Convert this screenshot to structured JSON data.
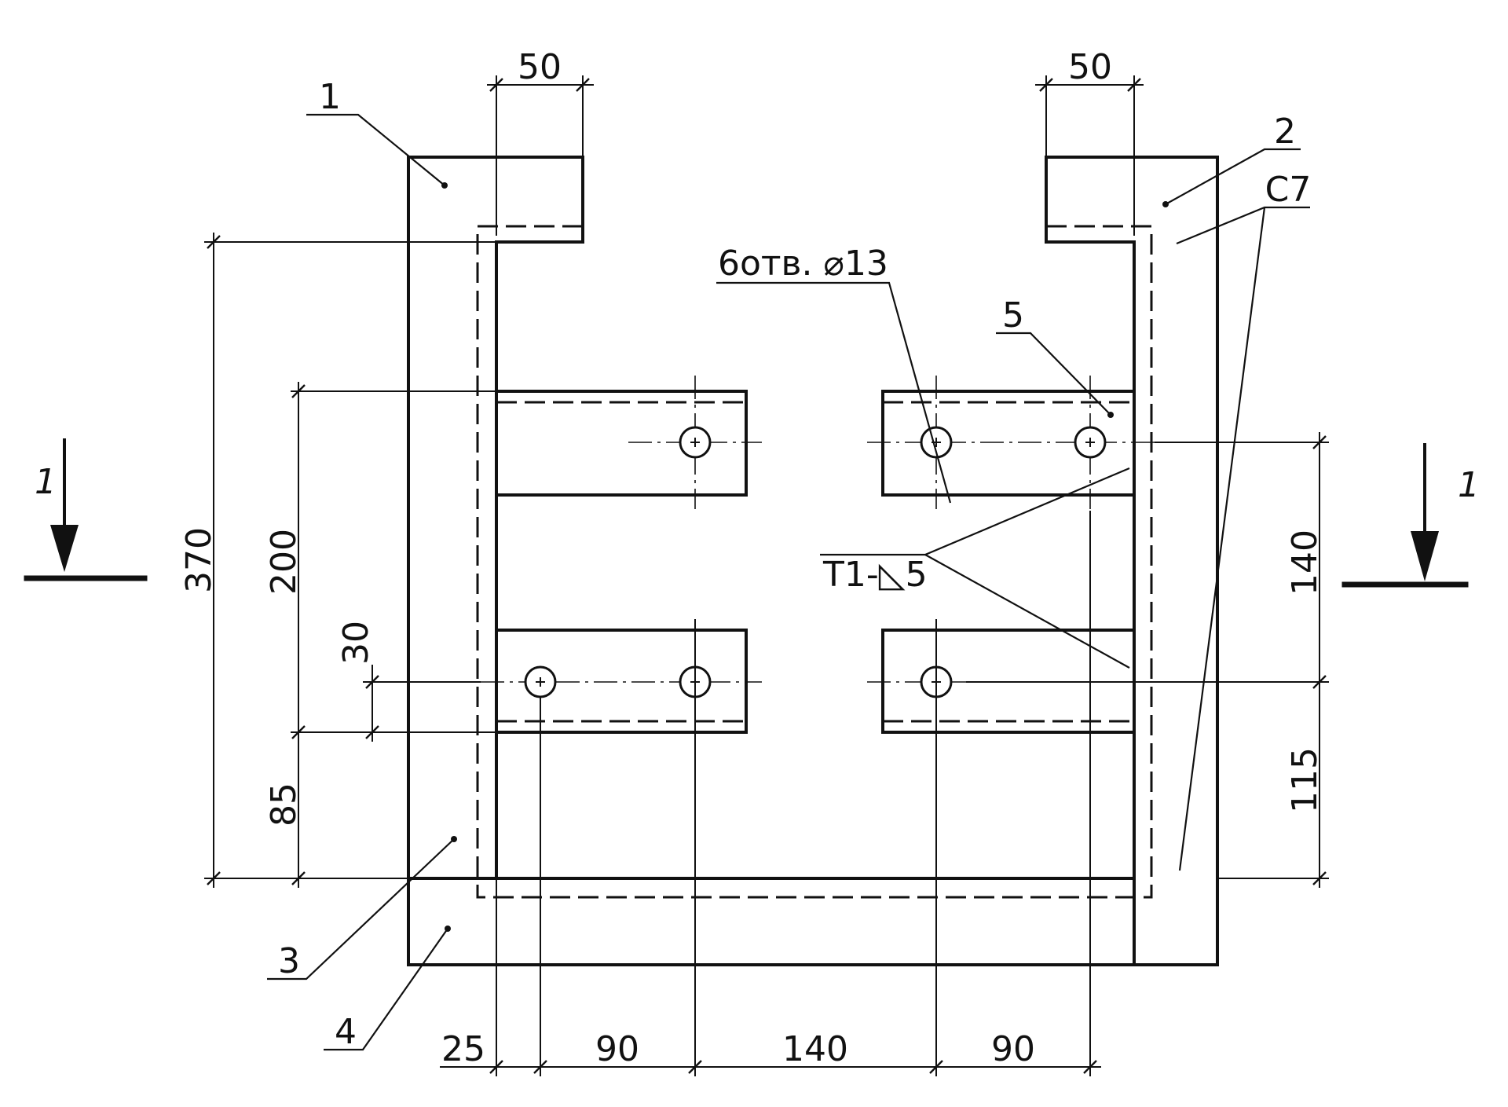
{
  "drawing": {
    "widths": {
      "left_flange": "50",
      "right_flange": "50"
    },
    "vertical_left": {
      "overall": "370",
      "plate": "200",
      "edge_small": "30",
      "bottom": "85"
    },
    "vertical_right": {
      "upper": "140",
      "lower": "115"
    },
    "bottom_chain": [
      "25",
      "90",
      "140",
      "90"
    ],
    "part_marks": {
      "p1": "1",
      "p2": "2",
      "p3": "3",
      "p4": "4",
      "p5": "5"
    },
    "notes": {
      "holes": "6отв. ⌀13",
      "weld_side": "С7",
      "weld_fillet": "Т1-◺5"
    },
    "section": {
      "left": "1",
      "right": "1"
    }
  }
}
